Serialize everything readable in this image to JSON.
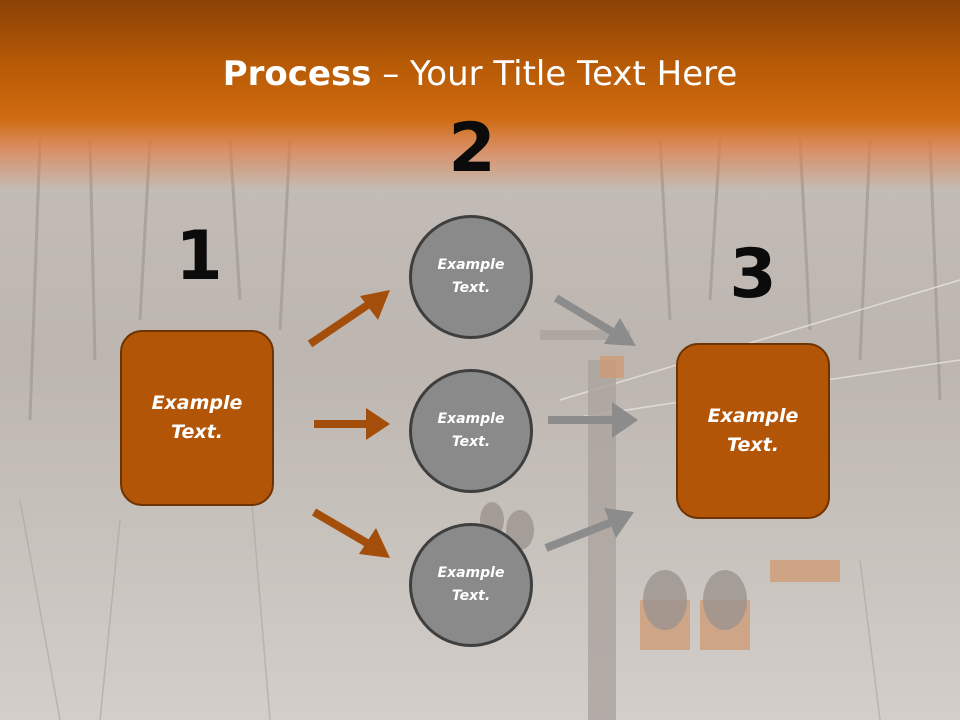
{
  "slide": {
    "title_bold": "Process",
    "title_rest": " – Your Title Text Here",
    "numbers": [
      "1",
      "2",
      "3"
    ],
    "left_box": {
      "line1": "Example",
      "line2": "Text."
    },
    "right_box": {
      "line1": "Example",
      "line2": "Text."
    },
    "circles": [
      {
        "line1": "Example",
        "line2": "Text."
      },
      {
        "line1": "Example",
        "line2": "Text."
      },
      {
        "line1": "Example",
        "line2": "Text."
      }
    ],
    "colors": {
      "accent_orange": "#b25507",
      "circle_gray": "#8a8a8a",
      "arrow_gray": "#8c8c8c"
    },
    "background": "ski-lift-winter-photo"
  }
}
